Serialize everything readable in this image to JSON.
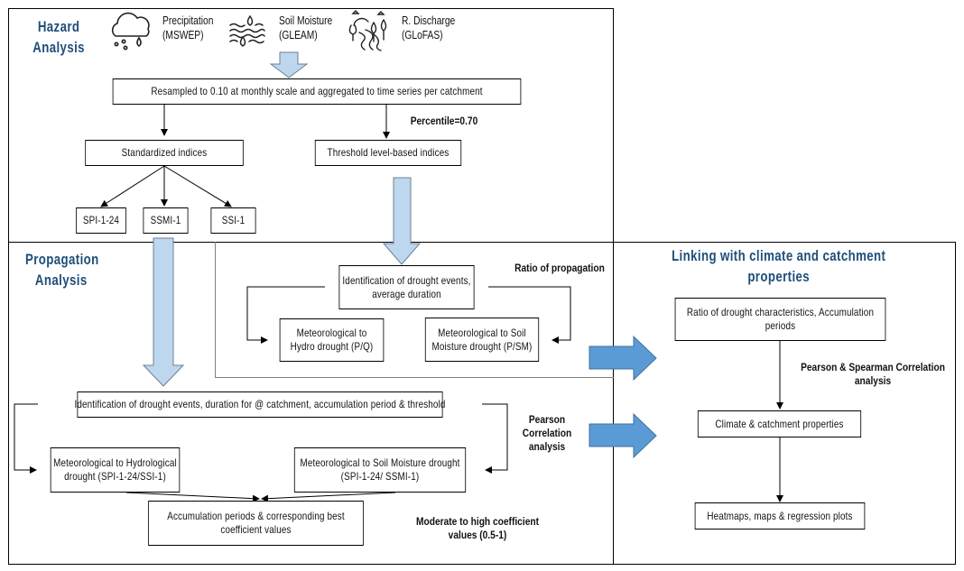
{
  "colors": {
    "section_title": "#1f4e79",
    "light_arrow_fill": "#bdd7ee",
    "light_arrow_stroke": "#6e7f91",
    "blue_arrow_fill": "#5b9bd5",
    "blue_arrow_stroke": "#41719c"
  },
  "hazard": {
    "title_line1": "Hazard",
    "title_line2": "Analysis",
    "sources": [
      {
        "icon": "rain-cloud-icon",
        "name": "Precipitation",
        "dataset": "(MSWEP)"
      },
      {
        "icon": "soil-moisture-icon",
        "name": "Soil Moisture",
        "dataset": "(GLEAM)"
      },
      {
        "icon": "river-discharge-icon",
        "name": "R. Discharge",
        "dataset": "(GLoFAS)"
      }
    ],
    "resample_box": "Resampled to 0.10 at monthly  scale  and aggregated to time series per catchment",
    "percentile_note": "Percentile=0.70",
    "standardized_box": "Standardized  indices",
    "threshold_box": "Threshold  level-based indices",
    "indices": [
      "SPI-1-24",
      "SSMI-1",
      "SSI-1"
    ]
  },
  "propagation": {
    "title_line1": "Propagation",
    "title_line2": "Analysis",
    "threshold_branch": {
      "identification_line1": "Identification  of drought  events,",
      "identification_line2": "average  duration",
      "ratio_note": "Ratio of propagation",
      "hydro_line1": "Meteorological  to",
      "hydro_line2": "Hydro drought  (P/Q)",
      "soil_line1": "Meteorological  to Soil",
      "soil_line2": "Moisture  drought  (P/SM)"
    },
    "standardized_branch": {
      "identification": "Identification  of drought  events,  duration  for  @ catchment,  accumulation  period  & threshold",
      "hydro_line1": "Meteorological  to Hydrological",
      "hydro_line2": "drought  (SPI-1-24/SSI-1)",
      "soil_line1": "Meteorological  to Soil  Moisture  drought",
      "soil_line2": "(SPI-1-24/  SSMI-1)",
      "accumulation_line1": "Accumulation  periods  & corresponding  best",
      "accumulation_line2": "coefficient  values",
      "pearson_line1": "Pearson",
      "pearson_line2": "Correlation",
      "pearson_line3": "analysis",
      "coefficient_line1": "Moderate to high coefficient",
      "coefficient_line2": "values (0.5-1)"
    }
  },
  "linking": {
    "title_line1": "Linking  with  climate  and  catchment",
    "title_line2": "properties",
    "ratio_line1": "Ratio  of drought  characteristics,  Accumulation",
    "ratio_line2": "periods",
    "pearson_spearman_line1": "Pearson & Spearman Correlation",
    "pearson_spearman_line2": "analysis",
    "climate_box": "Climate  & catchment  properties",
    "outputs_box": "Heatmaps,  maps  & regression  plots"
  }
}
